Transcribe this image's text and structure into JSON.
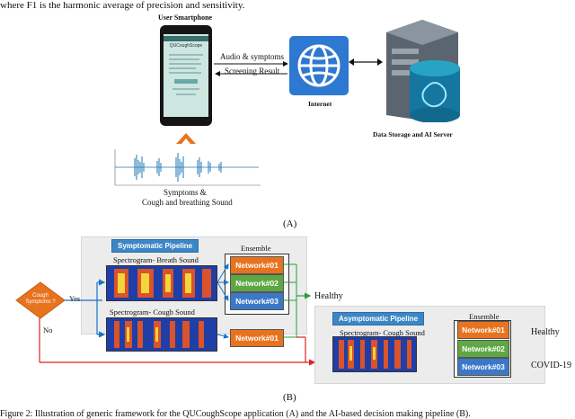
{
  "top_text": "where F1 is the harmonic average of precision and sensitivity.",
  "phone": {
    "heading": "User Smartphone",
    "app_title": "QUCoughScope",
    "brand": "QUCoughScope"
  },
  "arrows": {
    "audio": "Audio & symptoms",
    "screening": "Screening Result"
  },
  "internet_label": "Internet",
  "server_label": "Data Storage and AI Server",
  "waveform_caption_1": "Symptoms &",
  "waveform_caption_2": "Cough and breathing Sound",
  "label_a": "(A)",
  "label_b": "(B)",
  "symptomatic_pipeline": "Symptomatic Pipeline",
  "asymptomatic_pipeline": "Asymptomatic Pipeline",
  "spectrogram_breath": "Spectrogram- Breath Sound",
  "spectrogram_cough": "Spectrogram- Cough Sound",
  "spectrogram_cough_2": "Spectrogram- Cough Sound",
  "ensemble": "Ensemble",
  "ensemble_2": "Ensemble",
  "networks": [
    "Network#01",
    "Network#02",
    "Network#03"
  ],
  "network_single": "Network#01",
  "networks_2": [
    "Network#01",
    "Network#02",
    "Network#03"
  ],
  "decision": {
    "label": "Cough Symptoms ?",
    "yes": "Yes",
    "no": "No"
  },
  "healthy": "Healthy",
  "healthy_2": "Healthy",
  "covid": "COVID-19",
  "caption": "Figure 2: Illustration of generic framework for the QUCoughScope application (A) and the AI-based decision making pipeline (B)."
}
